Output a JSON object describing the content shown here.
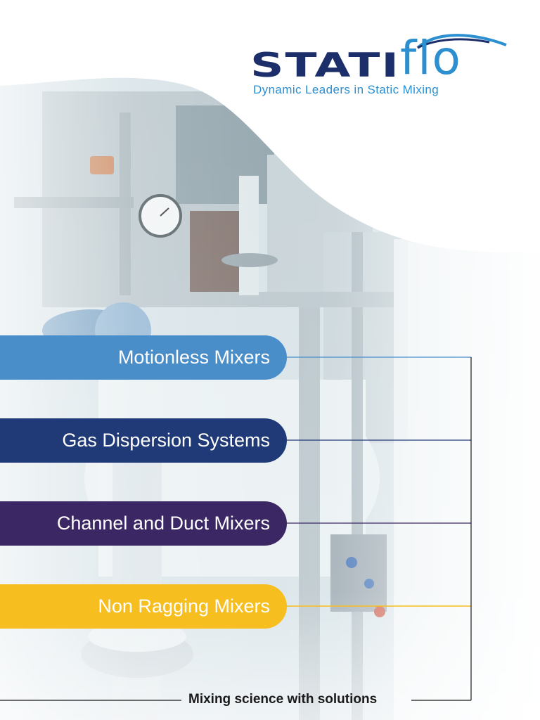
{
  "brand": {
    "wordmark_bold": "STATI",
    "wordmark_light": "flo",
    "tagline": "Dynamic Leaders in Static Mixing"
  },
  "products": [
    {
      "label": "Motionless Mixers",
      "color": "#4a8ec9"
    },
    {
      "label": "Gas Dispersion Systems",
      "color": "#1f3a76"
    },
    {
      "label": "Channel and Duct Mixers",
      "color": "#3c2765"
    },
    {
      "label": "Non Ragging Mixers",
      "color": "#f6be1e"
    }
  ],
  "footer": {
    "slogan": "Mixing science with solutions"
  }
}
